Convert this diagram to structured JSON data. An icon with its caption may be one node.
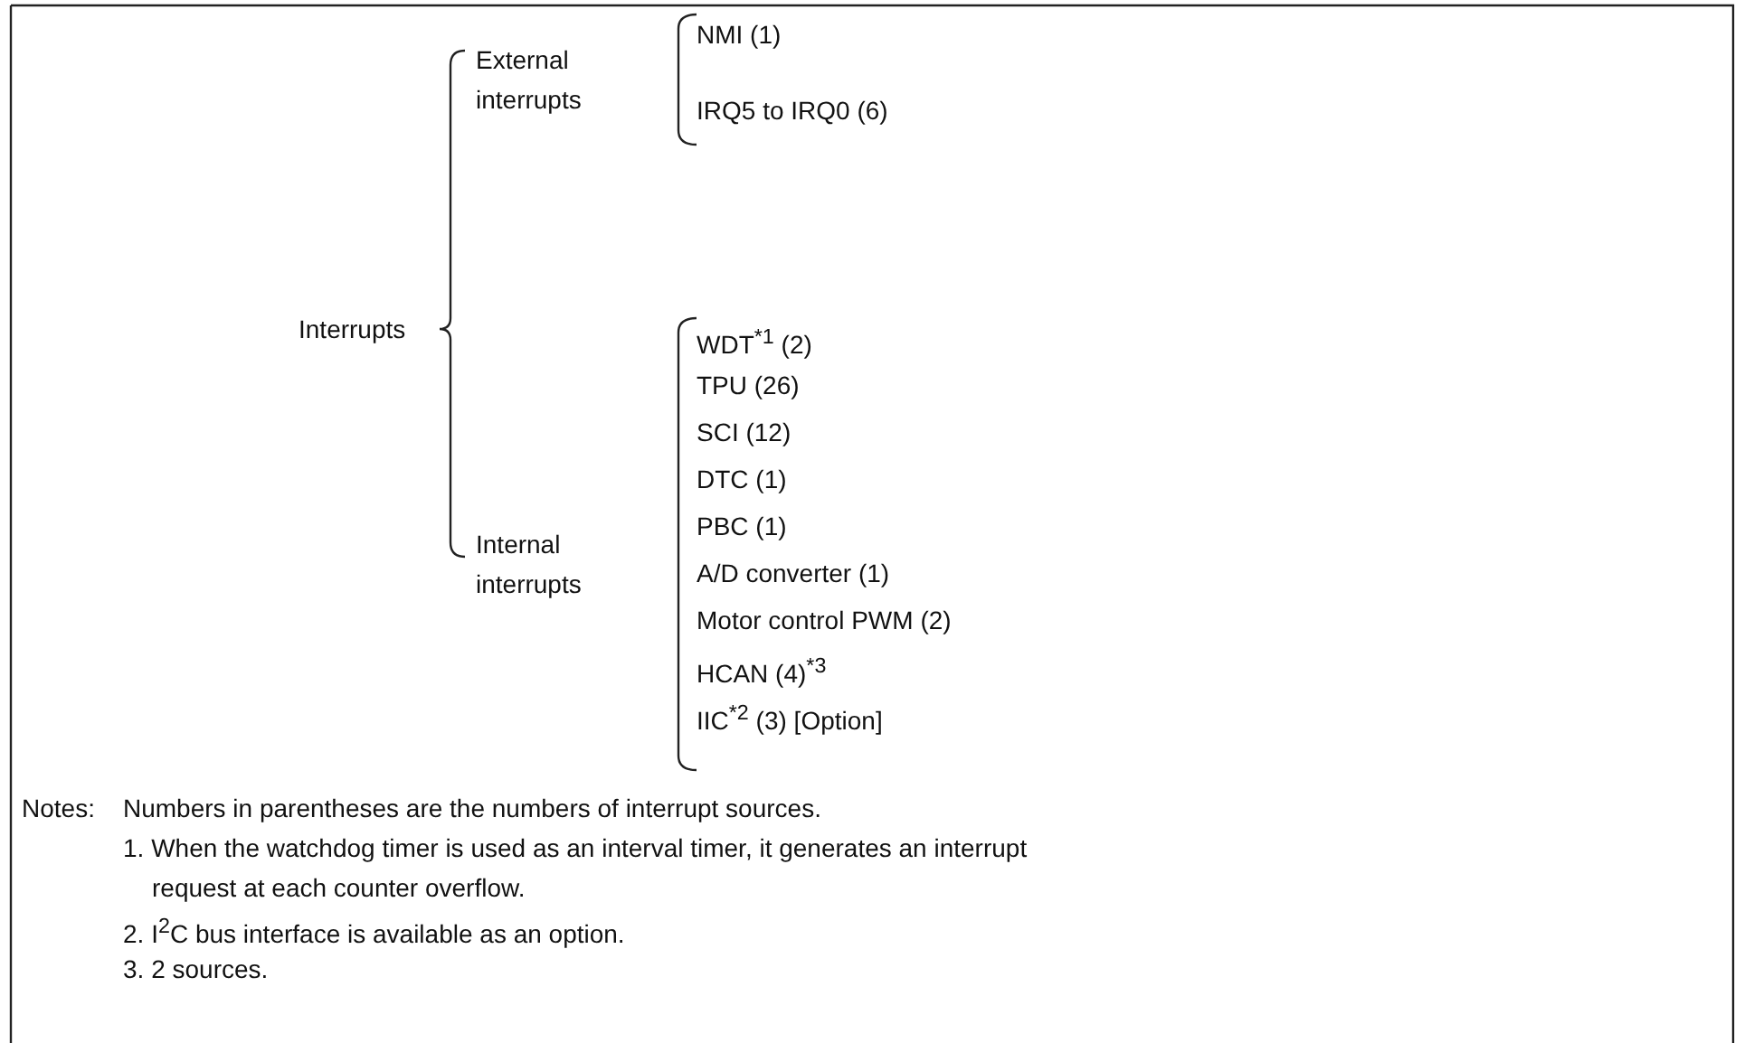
{
  "diagram": {
    "labels": [
      "External interrupts",
      "NMI (1)",
      "IRQ5 to IRQ0 (6)",
      "Interrupts",
      "WDT$^{*1}$ (2)",
      "TPU (26)",
      "SCI (12)",
      "DTC (1)",
      "PBC (1)",
      "A/D converter (1)",
      "Motor control PWM (2)",
      "HCAN (4)$^{*3}$",
      "IIC$^{*2}$ (3) [Option]",
      "Internal interrupts",
      "Notes:",
      "Numbers in parentheses are the numbers of interrupt sources.",
      "1. When the watchdog timer is used as an interval timer, it generates an interrupt request at each counter overflow.",
      "2. I$^{2}$C bus interface is available as an option.",
      "3. 2 sources."
    ]
  }
}
